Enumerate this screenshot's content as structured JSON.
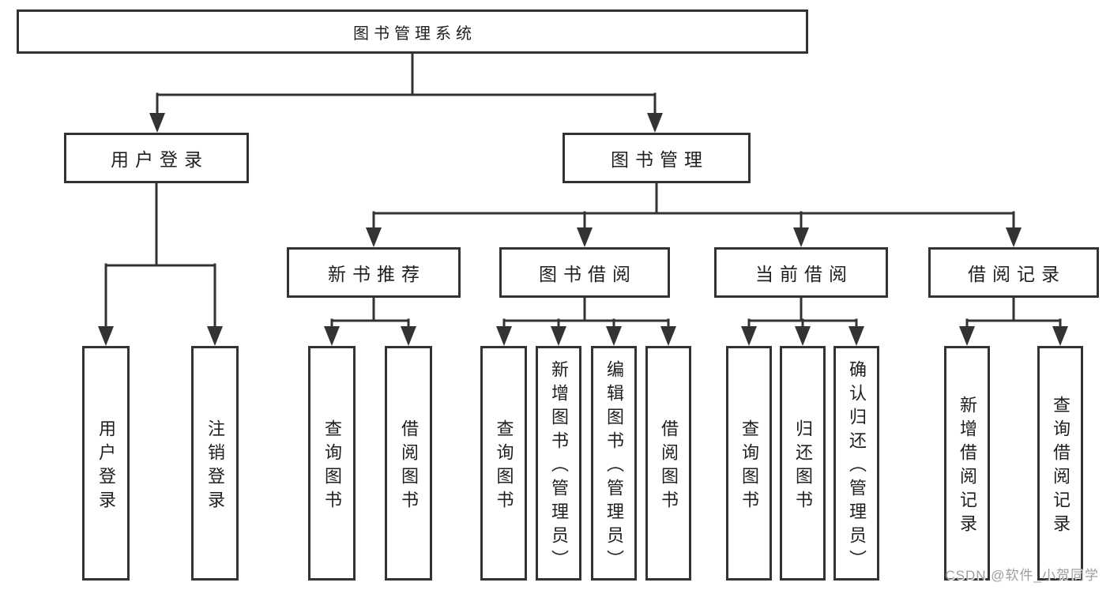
{
  "diagram": {
    "watermark": "CSDN @软件_小贺同学",
    "colors": {
      "line": "#333333",
      "box_border": "#333333",
      "text": "#1f1f1f",
      "watermark": "#9e9e9e",
      "background": "#ffffff"
    }
  },
  "tree": {
    "label": "图书管理系统",
    "children": [
      {
        "label": "用户登录",
        "children": [
          {
            "label": "用户登录"
          },
          {
            "label": "注销登录"
          }
        ]
      },
      {
        "label": "图书管理",
        "children": [
          {
            "label": "新书推荐",
            "children": [
              {
                "label": "查询图书"
              },
              {
                "label": "借阅图书"
              }
            ]
          },
          {
            "label": "图书借阅",
            "children": [
              {
                "label": "查询图书"
              },
              {
                "label": "新增图书（管理员）"
              },
              {
                "label": "编辑图书（管理员）"
              },
              {
                "label": "借阅图书"
              }
            ]
          },
          {
            "label": "当前借阅",
            "children": [
              {
                "label": "查询图书"
              },
              {
                "label": "归还图书"
              },
              {
                "label": "确认归还（管理员）"
              }
            ]
          },
          {
            "label": "借阅记录",
            "children": [
              {
                "label": "新增借阅记录"
              },
              {
                "label": "查询借阅记录"
              }
            ]
          }
        ]
      }
    ]
  }
}
